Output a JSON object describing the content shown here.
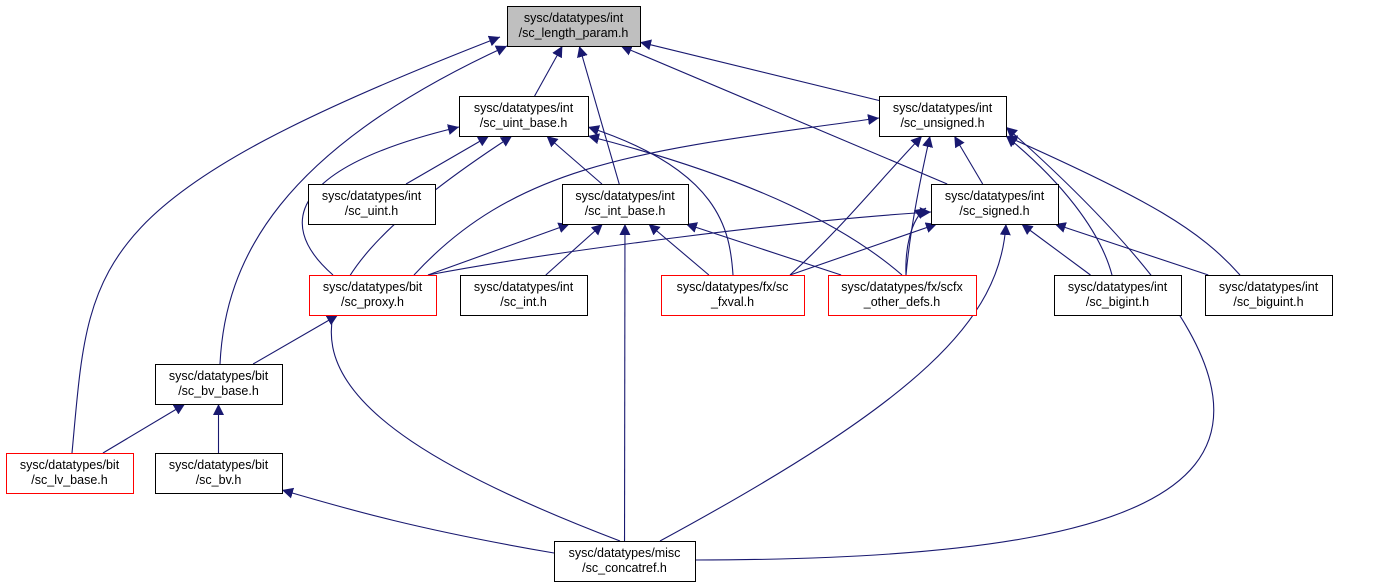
{
  "colors": {
    "edge": "#191970",
    "node_border": "#000000",
    "node_border_incomplete": "#ff0000",
    "root_fill": "#bfbfbf",
    "node_fill": "#ffffff"
  },
  "nodes": {
    "n_len": {
      "lines": [
        "sysc/datatypes/int",
        "/sc_length_param.h"
      ],
      "kind": "root"
    },
    "n_uintb": {
      "lines": [
        "sysc/datatypes/int",
        "/sc_uint_base.h"
      ],
      "kind": "normal"
    },
    "n_unsg": {
      "lines": [
        "sysc/datatypes/int",
        "/sc_unsigned.h"
      ],
      "kind": "normal"
    },
    "n_uint": {
      "lines": [
        "sysc/datatypes/int",
        "/sc_uint.h"
      ],
      "kind": "normal"
    },
    "n_intb": {
      "lines": [
        "sysc/datatypes/int",
        "/sc_int_base.h"
      ],
      "kind": "normal"
    },
    "n_sgn": {
      "lines": [
        "sysc/datatypes/int",
        "/sc_signed.h"
      ],
      "kind": "normal"
    },
    "n_proxy": {
      "lines": [
        "sysc/datatypes/bit",
        "/sc_proxy.h"
      ],
      "kind": "incomplete"
    },
    "n_int": {
      "lines": [
        "sysc/datatypes/int",
        "/sc_int.h"
      ],
      "kind": "normal"
    },
    "n_fxval": {
      "lines": [
        "sysc/datatypes/fx/sc",
        "_fxval.h"
      ],
      "kind": "incomplete"
    },
    "n_scfx": {
      "lines": [
        "sysc/datatypes/fx/scfx",
        "_other_defs.h"
      ],
      "kind": "incomplete"
    },
    "n_bigi": {
      "lines": [
        "sysc/datatypes/int",
        "/sc_bigint.h"
      ],
      "kind": "normal"
    },
    "n_bigu": {
      "lines": [
        "sysc/datatypes/int",
        "/sc_biguint.h"
      ],
      "kind": "normal"
    },
    "n_bvb": {
      "lines": [
        "sysc/datatypes/bit",
        "/sc_bv_base.h"
      ],
      "kind": "normal"
    },
    "n_lvb": {
      "lines": [
        "sysc/datatypes/bit",
        "/sc_lv_base.h"
      ],
      "kind": "incomplete"
    },
    "n_bv": {
      "lines": [
        "sysc/datatypes/bit",
        "/sc_bv.h"
      ],
      "kind": "normal"
    },
    "n_cref": {
      "lines": [
        "sysc/datatypes/misc",
        "/sc_concatref.h"
      ],
      "kind": "normal"
    }
  },
  "edges": [
    [
      "n_uintb",
      "n_len"
    ],
    [
      "n_unsg",
      "n_len"
    ],
    [
      "n_intb",
      "n_len"
    ],
    [
      "n_sgn",
      "n_len"
    ],
    [
      "n_bvb",
      "n_len"
    ],
    [
      "n_lvb",
      "n_len"
    ],
    [
      "n_uint",
      "n_uintb"
    ],
    [
      "n_intb",
      "n_uintb"
    ],
    [
      "n_proxy",
      "n_uintb"
    ],
    [
      "n_cref",
      "n_uintb"
    ],
    [
      "n_fxval",
      "n_uintb"
    ],
    [
      "n_scfx",
      "n_uintb"
    ],
    [
      "n_sgn",
      "n_unsg"
    ],
    [
      "n_proxy",
      "n_unsg"
    ],
    [
      "n_fxval",
      "n_unsg"
    ],
    [
      "n_scfx",
      "n_unsg"
    ],
    [
      "n_bigi",
      "n_unsg"
    ],
    [
      "n_bigu",
      "n_unsg"
    ],
    [
      "n_cref",
      "n_unsg"
    ],
    [
      "n_proxy",
      "n_intb"
    ],
    [
      "n_int",
      "n_intb"
    ],
    [
      "n_fxval",
      "n_intb"
    ],
    [
      "n_scfx",
      "n_intb"
    ],
    [
      "n_cref",
      "n_intb"
    ],
    [
      "n_proxy",
      "n_sgn"
    ],
    [
      "n_fxval",
      "n_sgn"
    ],
    [
      "n_scfx",
      "n_sgn"
    ],
    [
      "n_bigi",
      "n_sgn"
    ],
    [
      "n_bigu",
      "n_sgn"
    ],
    [
      "n_cref",
      "n_sgn"
    ],
    [
      "n_bvb",
      "n_proxy"
    ],
    [
      "n_lvb",
      "n_bvb"
    ],
    [
      "n_bv",
      "n_bvb"
    ],
    [
      "n_cref",
      "n_bv"
    ]
  ]
}
